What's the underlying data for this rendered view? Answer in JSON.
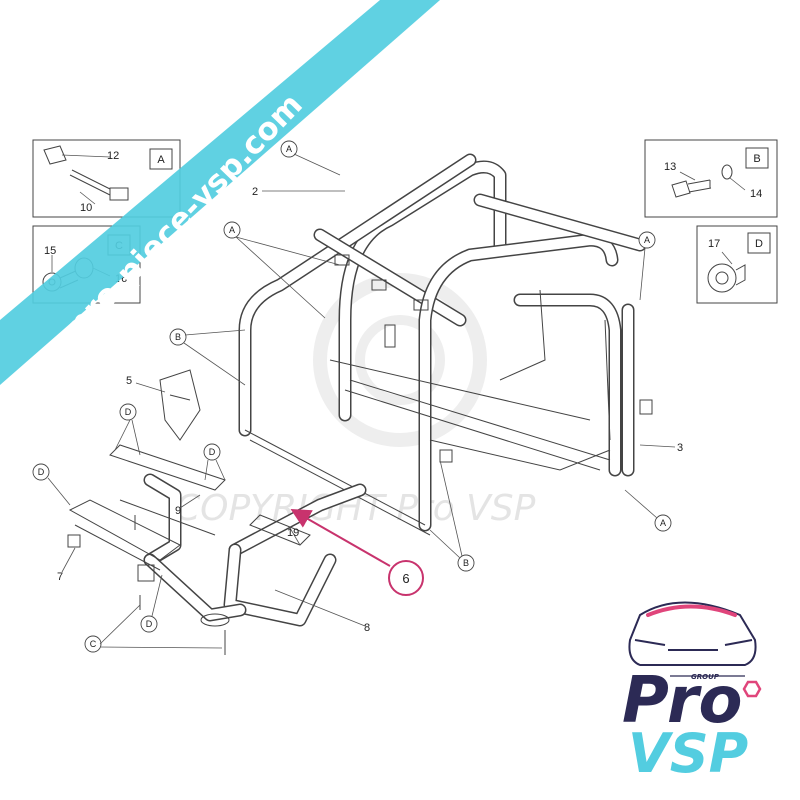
{
  "watermark": {
    "banner": "pro-piece-vsp.com",
    "copyright": "COPYRIGHT Pro VSP"
  },
  "parts": {
    "box_a": {
      "letter": "A",
      "items": [
        "12",
        "10"
      ]
    },
    "box_b": {
      "letter": "B",
      "items": [
        "13",
        "14"
      ]
    },
    "box_c": {
      "letter": "C",
      "items": [
        "15",
        "16"
      ]
    },
    "box_d": {
      "letter": "D",
      "items": [
        "17"
      ]
    },
    "labels": [
      "2",
      "3",
      "5",
      "7",
      "8",
      "9",
      "19"
    ],
    "highlighted": "6"
  },
  "callouts": {
    "A": "A",
    "B": "B",
    "C": "C",
    "D": "D"
  },
  "logo": {
    "group": "GROUP",
    "pro": "Pro",
    "vsp": "VSP"
  },
  "colors": {
    "banner": "#53cde0",
    "highlight": "#c8336d",
    "logo_dark": "#2c2a55",
    "logo_light": "#53cde0",
    "logo_pink": "#e0457b"
  }
}
